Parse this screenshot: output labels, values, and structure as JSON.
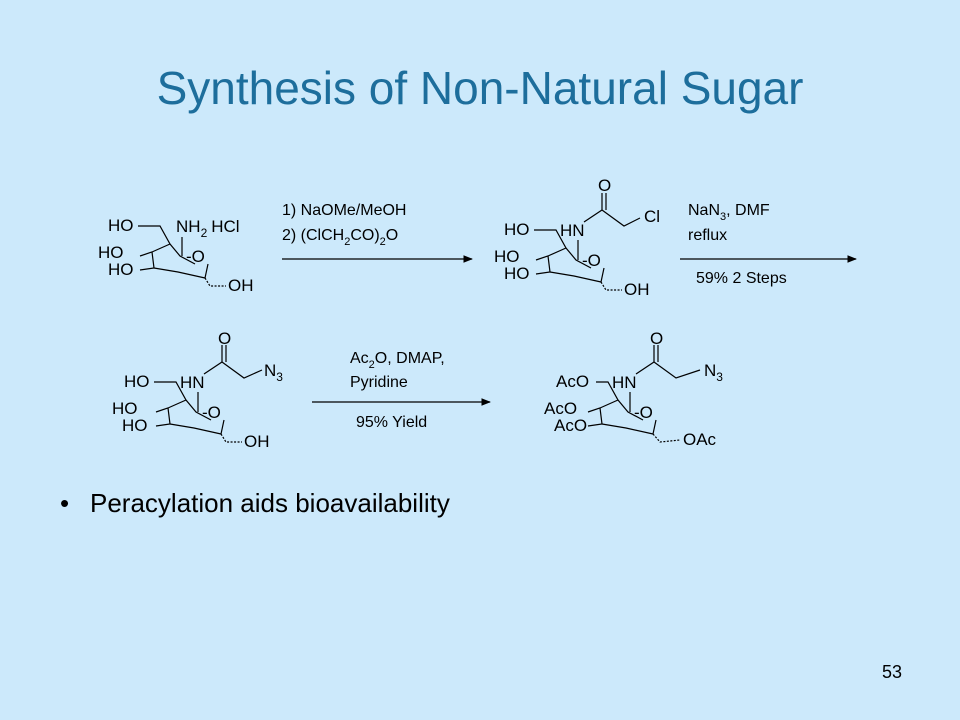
{
  "slide": {
    "title": "Synthesis of Non-Natural Sugar",
    "bullet": "Peracylation aids bioavailability",
    "page_number": "53"
  },
  "scheme": {
    "mol1": {
      "ho_top": "HO",
      "nh2": "NH",
      "nh2_sub": "2",
      "hcl": "HCl",
      "ho_mid": "HO",
      "ho_low": "HO",
      "ring_o": "-O",
      "oh": "OH"
    },
    "step1": {
      "line1": "1) NaOMe/MeOH",
      "line2_a": "2) (ClCH",
      "line2_sub1": "2",
      "line2_b": "CO)",
      "line2_sub2": "2",
      "line2_c": "O"
    },
    "mol2": {
      "carbonyl_o": "O",
      "ho_top": "HO",
      "hn": "HN",
      "cl": "Cl",
      "ho_mid": "HO",
      "ho_low": "HO",
      "ring_o": "-O",
      "oh": "OH"
    },
    "step2": {
      "line1_a": "NaN",
      "line1_sub": "3",
      "line1_b": ", DMF",
      "line2": "reflux",
      "below": "59% 2 Steps"
    },
    "mol3": {
      "carbonyl_o": "O",
      "ho_top": "HO",
      "hn": "HN",
      "n3": "N",
      "n3_sub": "3",
      "ho_mid": "HO",
      "ho_low": "HO",
      "ring_o": "-O",
      "oh": "OH"
    },
    "step3": {
      "line1_a": "Ac",
      "line1_sub": "2",
      "line1_b": "O, DMAP,",
      "line2": "Pyridine",
      "below": "95% Yield"
    },
    "mol4": {
      "carbonyl_o": "O",
      "aco_top": "AcO",
      "hn": "HN",
      "n3": "N",
      "n3_sub": "3",
      "aco_mid": "AcO",
      "aco_low": "AcO",
      "ring_o": "-O",
      "oac": "OAc"
    }
  }
}
